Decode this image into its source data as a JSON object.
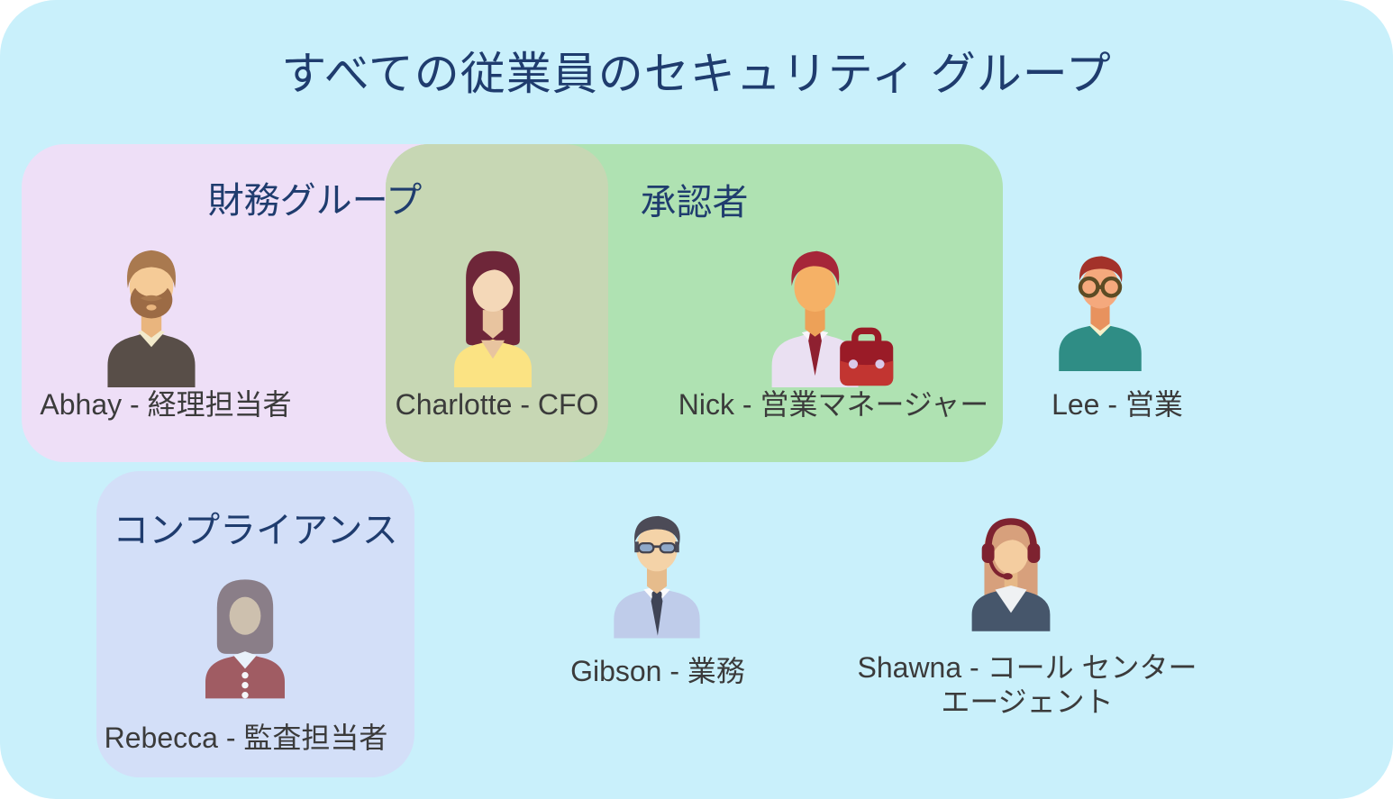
{
  "title": "すべての従業員のセキュリティ グループ",
  "colors": {
    "canvas_bg": "#C9F0FB",
    "finance_bg": "#EEDFF7",
    "approvers_bg": "#AFE2B2",
    "overlap_bg": "#C7D7B4",
    "compliance_bg": "#D3DFF8",
    "title_color": "#1F3C6E",
    "group_label_color": "#1F3C6E",
    "person_label_color": "#3B3B3B"
  },
  "groups": {
    "finance": {
      "label": "財務グループ"
    },
    "approvers": {
      "label": "承認者"
    },
    "compliance": {
      "label": "コンプライアンス"
    }
  },
  "people": [
    {
      "id": "abhay",
      "label": "Abhay - 経理担当者",
      "variant": "man-beard",
      "palette": {
        "hair": "#A9794F",
        "beard": "#9C6B45",
        "skin": "#F5CB97",
        "skin_shadow": "#E9B57E",
        "shirt": "#584E48",
        "collar": "#F2EACB"
      }
    },
    {
      "id": "charlotte",
      "label": "Charlotte - CFO",
      "variant": "woman-long",
      "palette": {
        "hair": "#6E2639",
        "skin": "#F4D8B8",
        "skin_shadow": "#E8C49F",
        "shirt": "#FBE383"
      }
    },
    {
      "id": "nick",
      "label": "Nick - 営業マネージャー",
      "variant": "man-briefcase",
      "palette": {
        "hair": "#A62639",
        "skin": "#F5B166",
        "skin_shadow": "#EDA158",
        "shirt": "#EAE0F2",
        "collar": "#F8F5FB",
        "tie": "#8E2030",
        "case_dark": "#9A1B27",
        "case_light": "#C23531",
        "buckle": "#D9C9E9"
      }
    },
    {
      "id": "lee",
      "label": "Lee - 営業",
      "variant": "man-glasses",
      "palette": {
        "hair": "#A3322A",
        "skin": "#F5A97D",
        "skin_shadow": "#E8925E",
        "shirt": "#2F8D85",
        "collar": "#F6F0C9",
        "glasses": "#5C4B24"
      }
    },
    {
      "id": "rebecca",
      "label": "Rebecca - 監査担当者",
      "variant": "woman-bob",
      "palette": {
        "hair": "#8A7E88",
        "skin": "#CDC0AE",
        "skin_shadow": "#BCAD97",
        "shirt": "#A05C63",
        "collar": "#E9F2FB",
        "button": "#F4F7FB"
      }
    },
    {
      "id": "gibson",
      "label": "Gibson - 業務",
      "variant": "man-sunglasses",
      "palette": {
        "hair": "#4C4B57",
        "skin": "#F4D3A8",
        "skin_shadow": "#E6BC8C",
        "shirt": "#BFCCEA",
        "collar": "#FAFBFD",
        "tie": "#3F4456",
        "lens": "#8FA8C8",
        "frame": "#44434E"
      }
    },
    {
      "id": "shawna",
      "label": "Shawna - コール センター\nエージェント",
      "variant": "woman-headset",
      "palette": {
        "hair": "#D7A07C",
        "skin": "#F4CDA0",
        "skin_shadow": "#E6B887",
        "shirt": "#46566B",
        "collar": "#EFF1F3",
        "headset": "#7E2230"
      }
    }
  ]
}
